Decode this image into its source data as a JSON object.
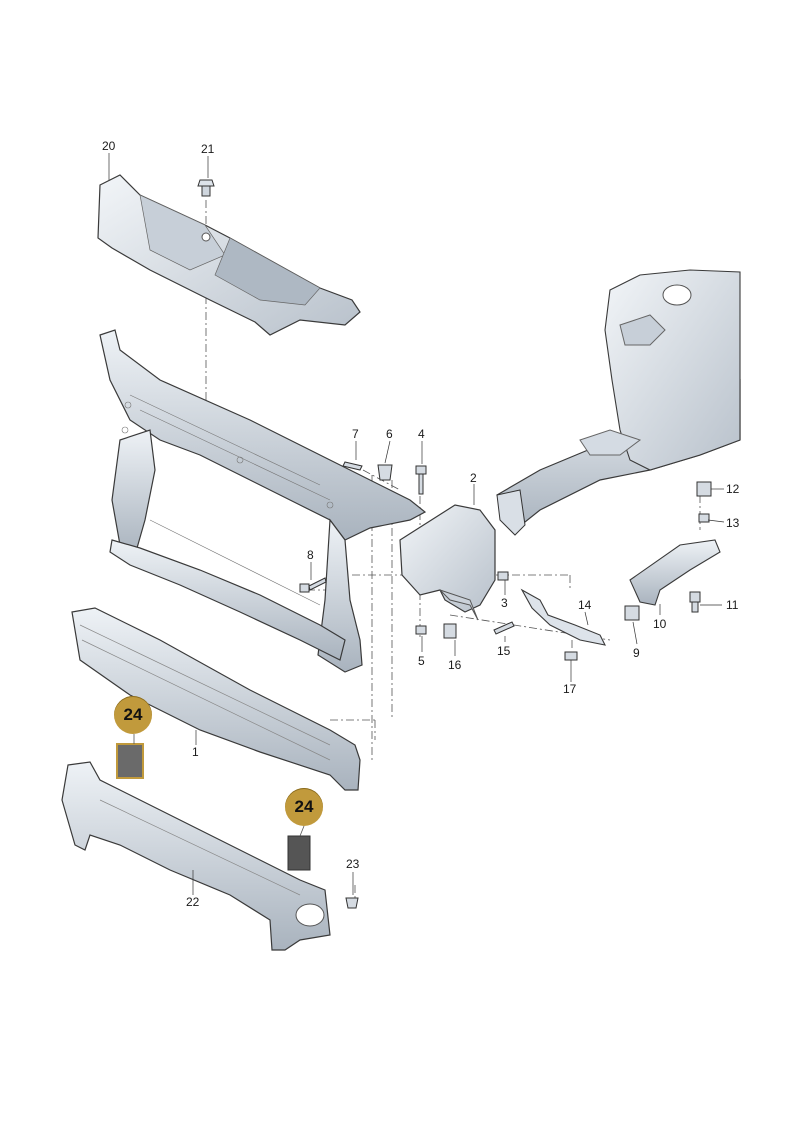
{
  "callouts": {
    "p1": "1",
    "p2": "2",
    "p3": "3",
    "p4": "4",
    "p5": "5",
    "p6": "6",
    "p7": "7",
    "p8": "8",
    "p9": "9",
    "p10": "10",
    "p11": "11",
    "p12": "12",
    "p13": "13",
    "p14": "14",
    "p15": "15",
    "p16": "16",
    "p17": "17",
    "p20": "20",
    "p21": "21",
    "p22": "22",
    "p23": "23"
  },
  "badges": {
    "highlighted_part": "24"
  },
  "colors": {
    "part_fill": "#e4e9ef",
    "part_shade": "#b9c2cc",
    "outline": "#3a3a3a",
    "badge": "#c19a3c",
    "pad": "#5a5a5a"
  }
}
